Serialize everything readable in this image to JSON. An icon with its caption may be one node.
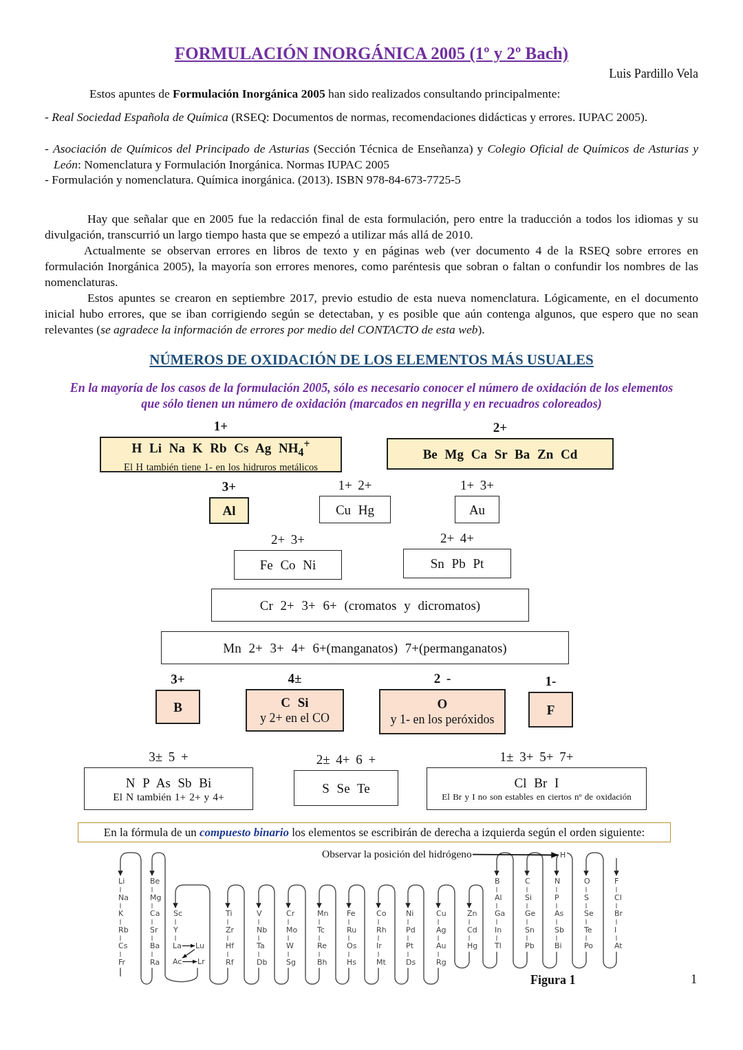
{
  "diagram": {
    "title": "FORMULACIÓN INORGÁNICA 2005 (1º y 2º Bach)",
    "nodes": [
      {
        "text": [
          "H Li Na K Rb Cs Ag NH$_{4}$$^{+}$",
          "El H también tiene 1- en los hidruros metálicos"
        ],
        "beside": [
          "1+"
        ]
      },
      {
        "text": [
          "Be Mg Ca Sr Ba Zn Cd"
        ],
        "beside": [
          "2+"
        ]
      },
      {
        "text": [
          "Al"
        ],
        "beside": [
          "3+"
        ]
      },
      {
        "text": [
          "Cu Hg"
        ],
        "beside": [
          "1+ 2+"
        ]
      },
      {
        "text": [
          "Au"
        ],
        "beside": [
          "1+ 3+"
        ]
      },
      {
        "text": [
          "Fe Co Ni"
        ],
        "beside": [
          "2+ 3+"
        ]
      },
      {
        "text": [
          "Sn Pb Pt"
        ],
        "beside": [
          "2+ 4+"
        ]
      },
      {
        "text": [
          "Cr 2+ 3+ 6+ (cromatos y dicromatos)"
        ]
      },
      {
        "text": [
          "Mn 2+ 3+ 4+ 6+(manganatos) 7+(permanganatos)"
        ]
      },
      {
        "text": [
          "B"
        ],
        "beside": [
          "3+"
        ]
      },
      {
        "text": [
          "C Si",
          "y 2+ en el CO"
        ],
        "beside": [
          "4±"
        ]
      },
      {
        "text": [
          "O",
          "y 1- en los peróxidos"
        ],
        "beside": [
          "2 -"
        ]
      },
      {
        "text": [
          "F"
        ],
        "beside": [
          "1-"
        ]
      },
      {
        "text": [
          "N P As Sb Bi",
          "El N también 1+ 2+ y 4+"
        ],
        "beside": [
          "3± 5 +"
        ]
      },
      {
        "text": [
          "S Se Te"
        ],
        "beside": [
          "2± 4+ 6 +"
        ]
      },
      {
        "text": [
          "Cl Br I",
          "El Br y I no son estables en ciertos nº de oxidación"
        ],
        "beside": [
          "1± 3+ 5+ 7+"
        ]
      },
      {
        "text": [
          "En la fórmula de un **compuesto binario** los elementos se escribirán de derecha a izquierda según el orden siguiente:"
        ]
      },
      {
        "text": [
          "Observar la posición del hidrógeno"
        ]
      },
      {
        "text": [
          "H"
        ]
      },
      {
        "text": [
          "La"
        ]
      },
      {
        "text": [
          "Lu"
        ]
      },
      {
        "text": [
          "Ac"
        ]
      },
      {
        "text": [
          "Lr"
        ]
      }
    ],
    "edges": [
      {
        "from": 17,
        "to": 18,
        "arrow": "to"
      },
      {
        "from": 19,
        "to": 20,
        "arrow": "to"
      },
      {
        "from": 20,
        "to": 21,
        "arrow": "to"
      },
      {
        "from": 21,
        "to": 22,
        "arrow": "to"
      }
    ],
    "labels": [
      "Luis Pardillo Vela",
      "Estos apuntes de **Formulación Inorgánica 2005** han sido realizados consultando principalmente:",
      "- *Real Sociedad Española de Química* (RSEQ: Documentos de normas, recomendaciones didácticas y errores. IUPAC 2005).",
      "- *Asociación de Químicos del Principado de Asturias* (Sección Técnica de Enseñanza) y *Colegio Oficial de Químicos de Asturias y León*: Nomenclatura y Formulación Inorgánica. Normas IUPAC 2005",
      "- Formulación y nomenclatura. Química inorgánica. (2013). ISBN 978-84-673-7725-5",
      "Hay que señalar que en 2005 fue la redacción final de esta formulación, pero entre la traducción a todos los idiomas y su divulgación, transcurrió un largo tiempo hasta que se empezó a utilizar más allá de 2010.",
      "Actualmente se observan errores en libros de texto y en páginas web (ver documento 4 de la RSEQ sobre errores en formulación Inorgánica 2005), la mayoría son errores menores, como paréntesis que sobran o faltan o confundir los nombres de las nomenclaturas.",
      "Estos apuntes se crearon en septiembre 2017, previo estudio de esta nueva nomenclatura. Lógicamente, en el documento inicial hubo errores, que se iban corrigiendo según se detectaban, y es posible que aún contenga algunos, que espero que no sean relevantes (*se agradece la información de errores por medio del CONTACTO de esta web*).",
      "NÚMEROS DE OXIDACIÓN DE LOS ELEMENTOS MÁS USUALES",
      "En la mayoría de los casos de la formulación 2005, sólo es necesario conocer el número de oxidación de los elementos que sólo tienen un número de oxidación (marcados en negrilla y en recuadros coloreados)",
      "Li",
      "Na",
      "K",
      "Rb",
      "Cs",
      "Fr",
      "Be",
      "Mg",
      "Ca",
      "Sr",
      "Ba",
      "Ra",
      "Sc",
      "Y",
      "Ti",
      "Zr",
      "Hf",
      "Rf",
      "V",
      "Nb",
      "Ta",
      "Db",
      "Cr",
      "Mo",
      "W",
      "Sg",
      "Mn",
      "Tc",
      "Re",
      "Bh",
      "Fe",
      "Ru",
      "Os",
      "Hs",
      "Co",
      "Rh",
      "Ir",
      "Mt",
      "Ni",
      "Pd",
      "Pt",
      "Ds",
      "Cu",
      "Ag",
      "Au",
      "Rg",
      "Zn",
      "Cd",
      "Hg",
      "B",
      "Al",
      "Ga",
      "In",
      "Tl",
      "C",
      "Si",
      "Ge",
      "Sn",
      "Pb",
      "N",
      "P",
      "As",
      "Sb",
      "Bi",
      "O",
      "S",
      "Se",
      "Te",
      "Po",
      "F",
      "Cl",
      "Br",
      "I",
      "At",
      "Figura 1",
      "1"
    ]
  }
}
